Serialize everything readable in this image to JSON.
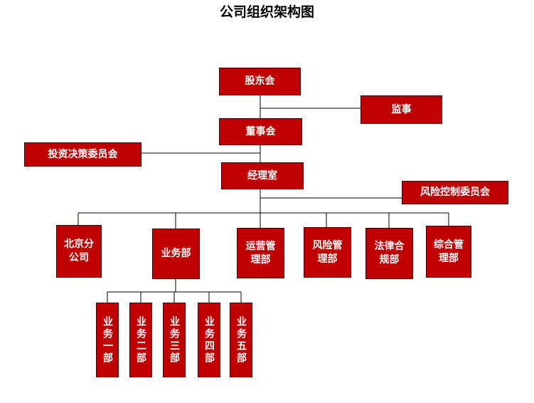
{
  "title": "公司组织架构图",
  "colors": {
    "box_fill": "#c00000",
    "box_border": "#3a0000",
    "line": "#000000"
  },
  "nodes": {
    "shareholders": "股东会",
    "supervisor": "监事",
    "board": "董事会",
    "investment_committee": "投资决策委员会",
    "manager_office": "经理室",
    "risk_committee": "风险控制委员会",
    "beijing_branch": "北京分公司",
    "business_dept": "业务部",
    "operations_dept": "运营管理部",
    "risk_dept": "风险管理部",
    "legal_dept": "法律合规部",
    "general_dept": "综合管理部",
    "biz_1": "业务一部",
    "biz_2": "业务二部",
    "biz_3": "业务三部",
    "biz_4": "业务四部",
    "biz_5": "业务五部"
  }
}
